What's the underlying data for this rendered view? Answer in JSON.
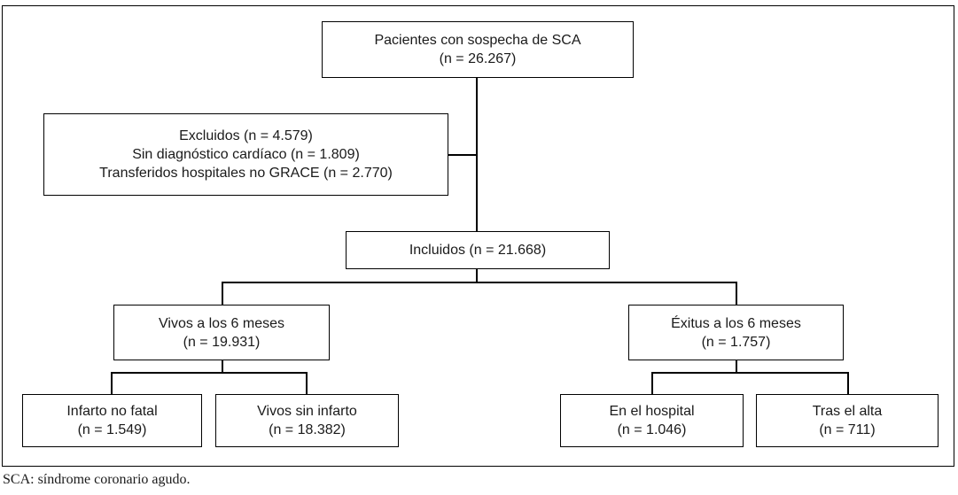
{
  "figure": {
    "type": "patient-flow-diagram",
    "language": "es",
    "footnote": "SCA: síndrome coronario agudo."
  },
  "nodes": {
    "pacientes": {
      "label": "Pacientes con sospecha de SCA",
      "n": "(n = 26.267)"
    },
    "excluidos": {
      "line1": "Excluidos (n = 4.579)",
      "line2": "Sin diagnóstico cardíaco (n = 1.809)",
      "line3": "Transferidos hospitales no GRACE (n = 2.770)"
    },
    "incluidos": {
      "label": "Incluidos (n = 21.668)"
    },
    "vivos6m": {
      "label": "Vivos a los 6 meses",
      "n": "(n = 19.931)"
    },
    "exitus6m": {
      "label": "Éxitus a los 6 meses",
      "n": "(n = 1.757)"
    },
    "infarto_no_fatal": {
      "label": "Infarto no fatal",
      "n": "(n = 1.549)"
    },
    "vivos_sin_infarto": {
      "label": "Vivos sin infarto",
      "n": "(n = 18.382)"
    },
    "en_el_hospital": {
      "label": "En el hospital",
      "n": "(n = 1.046)"
    },
    "tras_el_alta": {
      "label": "Tras el alta",
      "n": "(n = 711)"
    }
  }
}
